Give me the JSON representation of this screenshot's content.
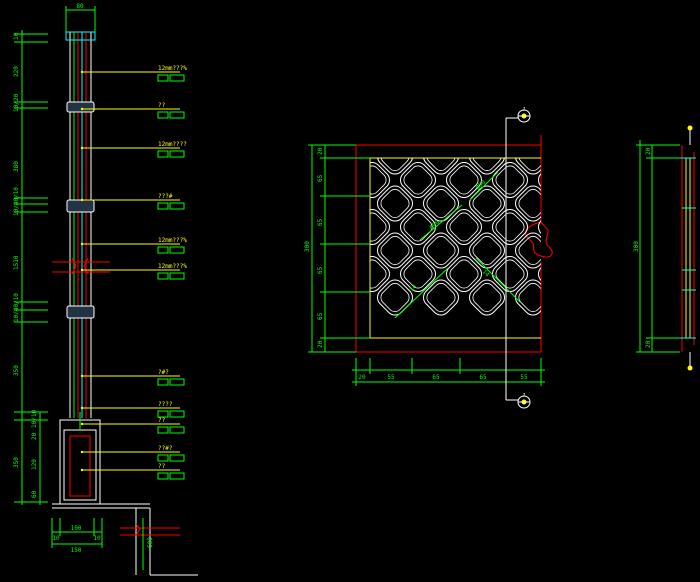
{
  "elevation": {
    "top_width": "80",
    "left_dims": [
      "10",
      "220",
      "10/20",
      "380",
      "10/40/10",
      "1510",
      "10/40/10",
      "350",
      "10/10",
      "20",
      "350",
      "120",
      "60"
    ],
    "callouts": [
      {
        "text": "12mm???%"
      },
      {
        "text": "??"
      },
      {
        "text": "12mm????"
      },
      {
        "text": "???#"
      },
      {
        "text": "12mm???%"
      },
      {
        "text": "12mm???%"
      },
      {
        "text": "?#?"
      },
      {
        "text": "????"
      },
      {
        "text": "??"
      },
      {
        "text": "??#?"
      },
      {
        "text": "??"
      }
    ],
    "base_dims": [
      "100",
      "10",
      "10",
      "150"
    ],
    "base_side_dim": "600"
  },
  "panel": {
    "left_dims": [
      "20",
      "65",
      "300",
      "65",
      "65",
      "65",
      "20"
    ],
    "bottom_dims": [
      "20",
      "55",
      "65",
      "65",
      "55"
    ],
    "diag_dims": [
      "Ø50",
      "Ø90",
      "14",
      "14"
    ],
    "section_mark": "?"
  },
  "side_section": {
    "dims": [
      "20",
      "300",
      "20"
    ]
  },
  "colors": {
    "yellow": "#ffff00",
    "green": "#00ff00",
    "red": "#ff0000",
    "cyan": "#00ffff",
    "white": "#ffffff",
    "background": "#000000"
  }
}
